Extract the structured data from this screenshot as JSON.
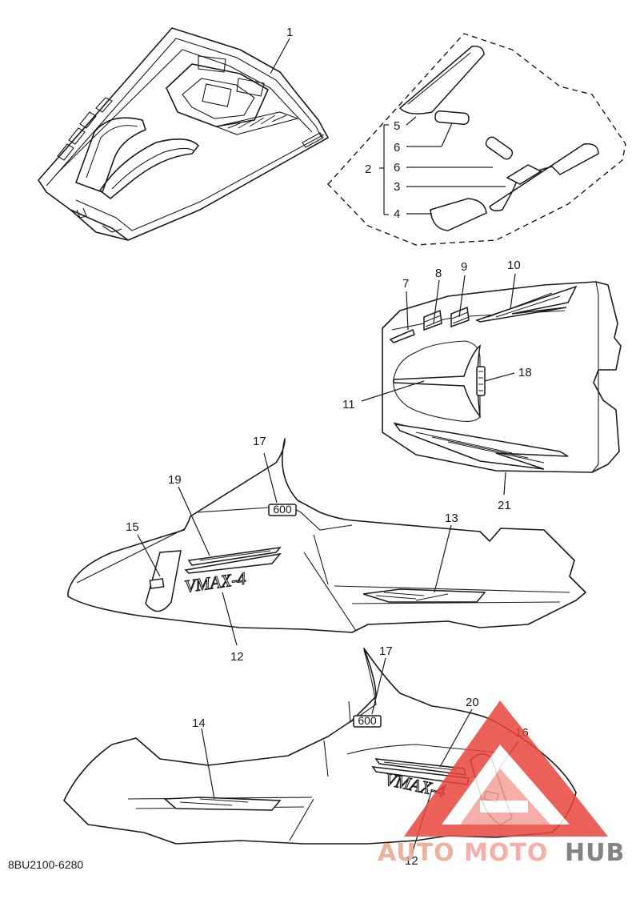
{
  "labels": {
    "l1": "1",
    "l2": "2",
    "l3": "3",
    "l4": "4",
    "l5": "5",
    "l6a": "6",
    "l6b": "6",
    "l7": "7",
    "l8": "8",
    "l9": "9",
    "l10": "10",
    "l11": "11",
    "l12a": "12",
    "l12b": "12",
    "l13": "13",
    "l14": "14",
    "l15": "15",
    "l16": "16",
    "l17a": "17",
    "l17b": "17",
    "l18": "18",
    "l19": "19",
    "l20": "20",
    "l21": "21"
  },
  "decals": {
    "vmax_upper": "VMAX-4",
    "vmax_lower": "VMAX-4",
    "badge_upper": "600",
    "badge_lower": "600"
  },
  "part_code": "8BU2100-6280",
  "watermark": {
    "auto": "AUTO",
    "moto": "MOTO",
    "hub": "HUB"
  },
  "colors": {
    "line": "#1a1a1a",
    "watermark_red": "#e8453c",
    "watermark_light": "#f5a19a",
    "watermark_gray": "#6e6e6e"
  }
}
